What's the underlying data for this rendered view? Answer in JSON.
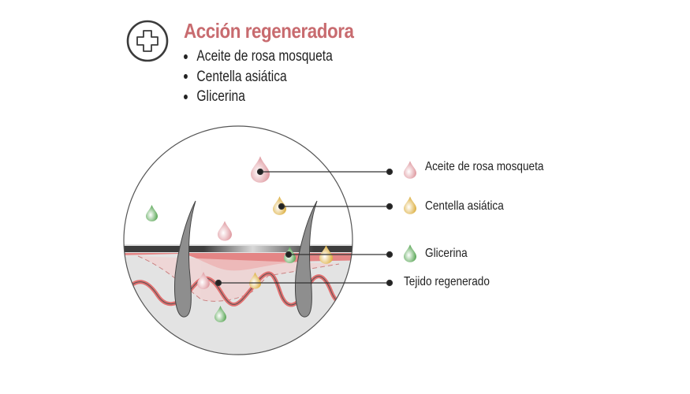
{
  "header": {
    "icon": "medical-cross-icon",
    "title": "Acción regeneradora",
    "bullets": [
      "Aceite de rosa mosqueta",
      "Centella asiática",
      "Glicerina"
    ]
  },
  "legend": {
    "items": [
      {
        "label": "Aceite de rosa mosqueta",
        "icon": "pink-drop-icon",
        "color": "#d98b92"
      },
      {
        "label": "Centella asiática",
        "icon": "yellow-drop-icon",
        "color": "#d9a520"
      },
      {
        "label": "Glicerina",
        "icon": "green-drop-icon",
        "color": "#3f9a3a"
      },
      {
        "label": "Tejido regenerado",
        "icon": "",
        "color": ""
      }
    ]
  },
  "colors": {
    "title": "#c86b6f",
    "skin": "#e6e6e6",
    "epidermis_dark": "#4a4a4a",
    "dermis_red": "#e07b7b"
  }
}
